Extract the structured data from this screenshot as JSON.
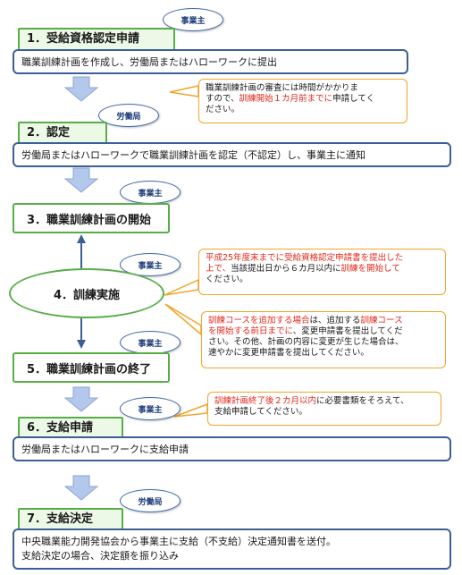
{
  "colors": {
    "step_border": "#58ad48",
    "step_fill": "#ecf9e7",
    "body_border": "#3c5f97",
    "note_border": "#f0a52a",
    "emphasis_red": "#e0281c",
    "arrow_fill": "#b4c8ec"
  },
  "steps": [
    {
      "title": "1．受給資格認定申請",
      "badge": "事業主",
      "body": "職業訓練計画を作成し、労働局またはハローワークに提出"
    },
    {
      "title": "2．認定",
      "badge": "労働局",
      "body": "労働局またはハローワークで職業訓練計画を認定（不認定）し、事業主に通知"
    },
    {
      "title": "3．職業訓練計画の開始",
      "badge": "事業主"
    },
    {
      "title": "4．訓練実施",
      "badge": "事業主"
    },
    {
      "title": "5．職業訓練計画の終了",
      "badge": "事業主"
    },
    {
      "title": "6．支給申請",
      "badge": "事業主",
      "body": "労働局またはハローワークに支給申請"
    },
    {
      "title": "7．支給決定",
      "badge": "労働局",
      "body_line1": "中央職業能力開発協会から事業主に支給（不支給）決定通知書を送付。",
      "body_line2": "支給決定の場合、決定額を振り込み"
    }
  ],
  "notes": {
    "n1": {
      "a": "職業訓練計画の審査には時間がかかりま",
      "b": "すので、",
      "red": "訓練開始１カ月前までに",
      "c": "申請してく",
      "d": "ださい。"
    },
    "n2": {
      "red1": "平成25年度末までに受給資格認定申請書を提出した",
      "red2": "上で、",
      "a": "当該提出日から６カ月以内に",
      "red3": "訓練を開始して",
      "b": "ください。"
    },
    "n3": {
      "red1": "訓練コースを追加する場合",
      "a": "は、追加する",
      "red2": "訓練コース",
      "red3": "を開始する前日までに",
      "b": "、変更申請書を提出してくだ",
      "c": "さい。その他、計画の内容に変更が生じた場合は、",
      "d": "速やかに変更申請書を提出してください。"
    },
    "n4": {
      "red": "訓練計画終了後２カ月以内",
      "a": "に必要書類をそろえて、",
      "b": "支給申請してください。"
    }
  }
}
